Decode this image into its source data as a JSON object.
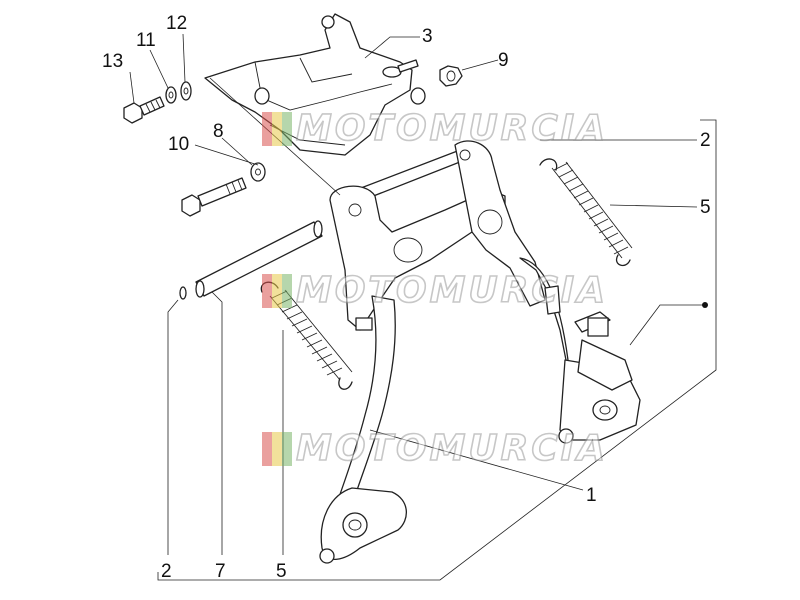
{
  "callouts": {
    "c1": "1",
    "c2a": "2",
    "c2b": "2",
    "c3": "3",
    "c5a": "5",
    "c5b": "5",
    "c7": "7",
    "c8": "8",
    "c9": "9",
    "c10": "10",
    "c11": "11",
    "c12": "12",
    "c13": "13"
  },
  "watermark": {
    "text": "MOTOMURCIA",
    "flag_colors": [
      "#d9534f",
      "#e8c94a",
      "#7cb56a"
    ],
    "outline_color": "#9a9a9a"
  },
  "colors": {
    "line": "#222222",
    "background": "#ffffff"
  }
}
